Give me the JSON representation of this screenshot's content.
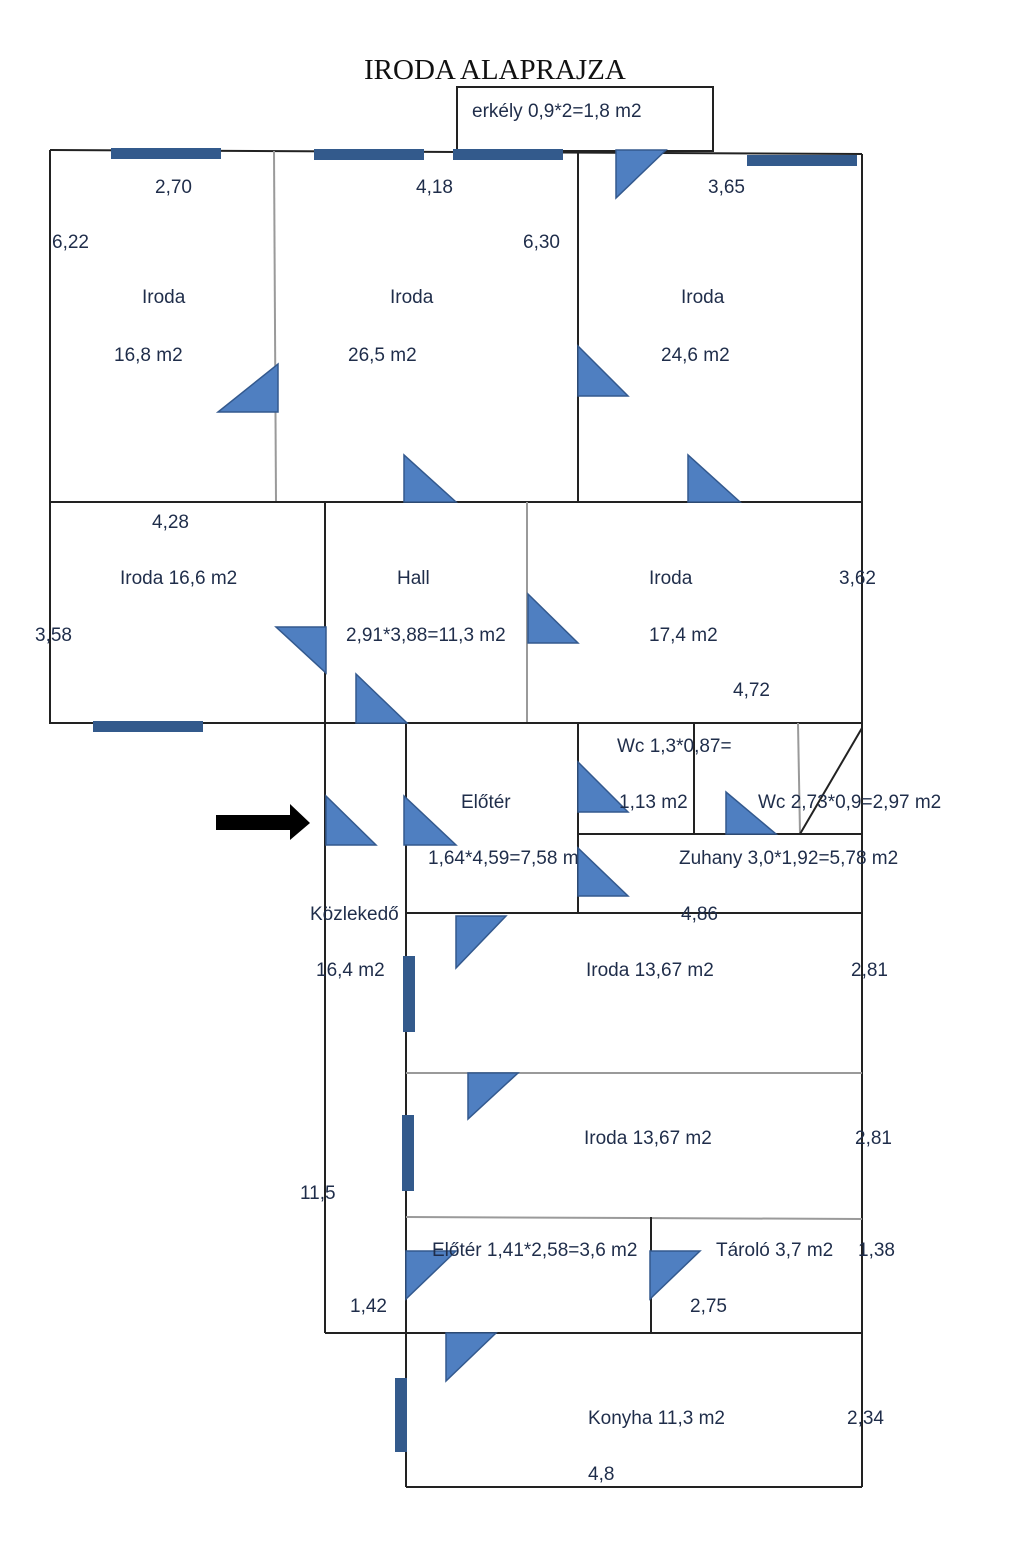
{
  "title": "IRODA ALAPRAJZA",
  "balcony": "erkély 0,9*2=1,8 m2",
  "rooms": {
    "office1": {
      "name": "Iroda",
      "area": "16,8 m2",
      "width": "2,70",
      "depth": "6,22"
    },
    "office2": {
      "name": "Iroda",
      "area": "26,5 m2",
      "width": "4,18",
      "depth": "6,30"
    },
    "office3": {
      "name": "Iroda",
      "area": "24,6 m2",
      "width": "3,65"
    },
    "office4": {
      "label": "Iroda 16,6 m2",
      "width": "4,28",
      "depth": "3,58"
    },
    "hall": {
      "name": "Hall",
      "area": "2,91*3,88=11,3 m2"
    },
    "office5": {
      "name": "Iroda",
      "area": "17,4 m2",
      "depth": "3,62",
      "width": "4,72"
    },
    "wc1": {
      "line1": "Wc 1,3*0,87=",
      "line2": "1,13 m2"
    },
    "wc2": {
      "label": "Wc 2,73*0,9=2,97 m2"
    },
    "eloter1": {
      "name": "Előtér",
      "area": "1,64*4,59=7,58 m"
    },
    "zuhany": {
      "label": "Zuhany 3,0*1,92=5,78 m2",
      "width": "4,86"
    },
    "kozlekedo": {
      "name": "Közlekedő",
      "area": "16,4 m2",
      "length": "11,5",
      "width": "1,42"
    },
    "office6": {
      "label": "Iroda 13,67 m2",
      "depth": "2,81"
    },
    "office7": {
      "label": "Iroda 13,67 m2",
      "depth": "2,81"
    },
    "eloter2": {
      "label": "Előtér 1,41*2,58=3,6 m2"
    },
    "taroló": {
      "label": "Tároló 3,7 m2",
      "depth": "1,38",
      "width": "2,75"
    },
    "konyha": {
      "label": "Konyha  11,3 m2",
      "depth": "2,34",
      "width": "4,8"
    }
  },
  "colors": {
    "walls": "#222222",
    "windows": "#335a8c",
    "doors": "#4f7fc1",
    "labels": "#1f2d4a"
  }
}
